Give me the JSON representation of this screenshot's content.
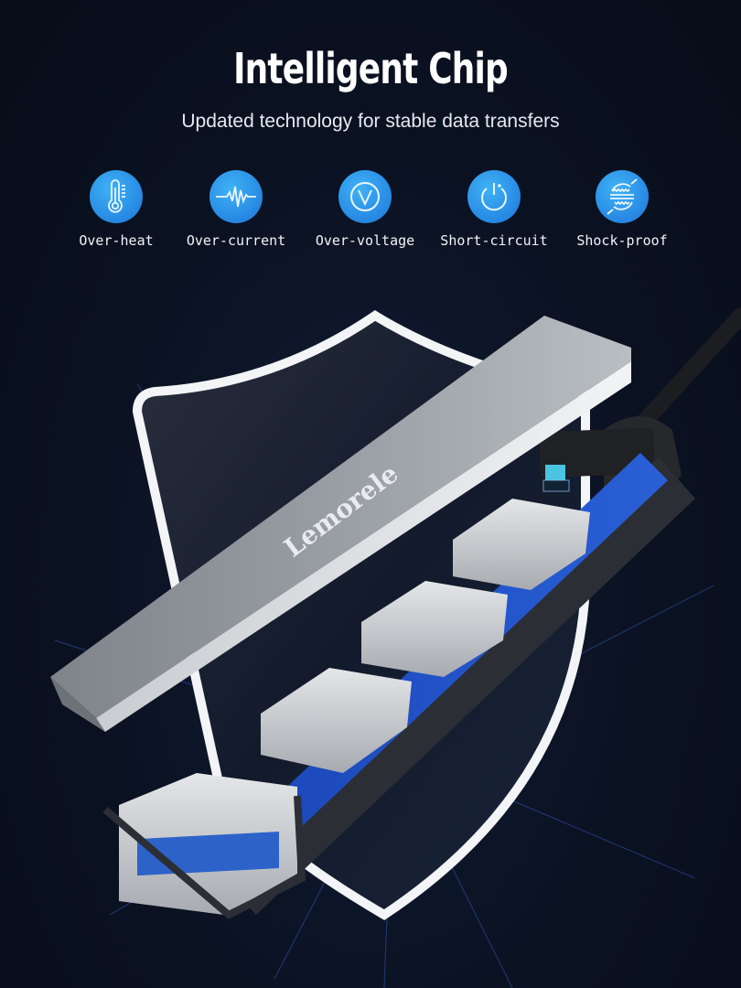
{
  "header": {
    "title": "Intelligent Chip",
    "subtitle": "Updated technology for stable data transfers"
  },
  "features": [
    {
      "label": "Over-heat",
      "icon": "thermometer-icon"
    },
    {
      "label": "Over-current",
      "icon": "current-wave-icon"
    },
    {
      "label": "Over-voltage",
      "icon": "voltage-v-icon"
    },
    {
      "label": "Short-circuit",
      "icon": "power-icon"
    },
    {
      "label": "Shock-proof",
      "icon": "shock-proof-icon"
    }
  ],
  "product": {
    "brand": "Lemorele",
    "description": "4-port USB hub with cover lifted showing blue PCB, chip and USB-A ports in front of a shield",
    "port_count": 4
  },
  "colors": {
    "background": "#0b1324",
    "icon_circle": "#2a8ee6",
    "pcb_blue": "#1f4fc4",
    "shell_gray": "#9aa0a6"
  }
}
